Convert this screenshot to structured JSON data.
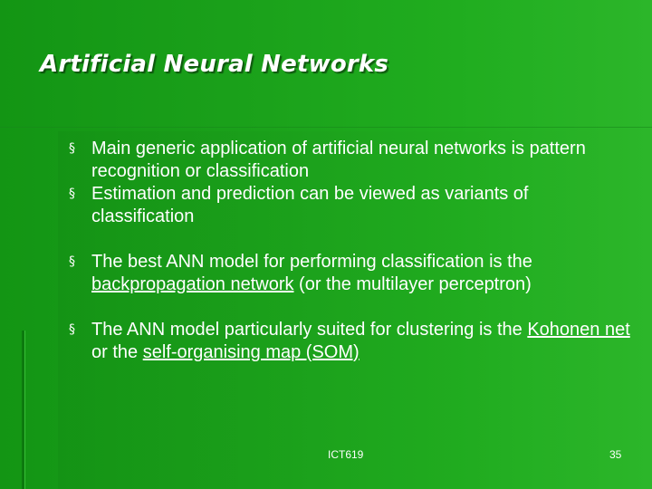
{
  "slide": {
    "title": "Artificial Neural Networks",
    "bullet_marker": "§",
    "groups": [
      {
        "bullets": [
          {
            "text": "Main generic application of artificial neural networks is pattern recognition or classification"
          },
          {
            "text": "Estimation and prediction can be viewed as variants of classification"
          }
        ]
      },
      {
        "bullets": [
          {
            "prefix": "The best ANN model for performing classification is the ",
            "link": "backpropagation network",
            "suffix": " (or the multilayer perceptron)"
          }
        ]
      },
      {
        "bullets": [
          {
            "prefix": "The ANN model particularly suited for clustering is the ",
            "link1": "Kohonen net",
            "middle": " or the ",
            "link2": "self-organising map (SOM)"
          }
        ]
      }
    ],
    "footer": {
      "course": "ICT619",
      "page_number": "35"
    }
  },
  "colors": {
    "background": "#1aa01a",
    "text": "#ffffff"
  }
}
